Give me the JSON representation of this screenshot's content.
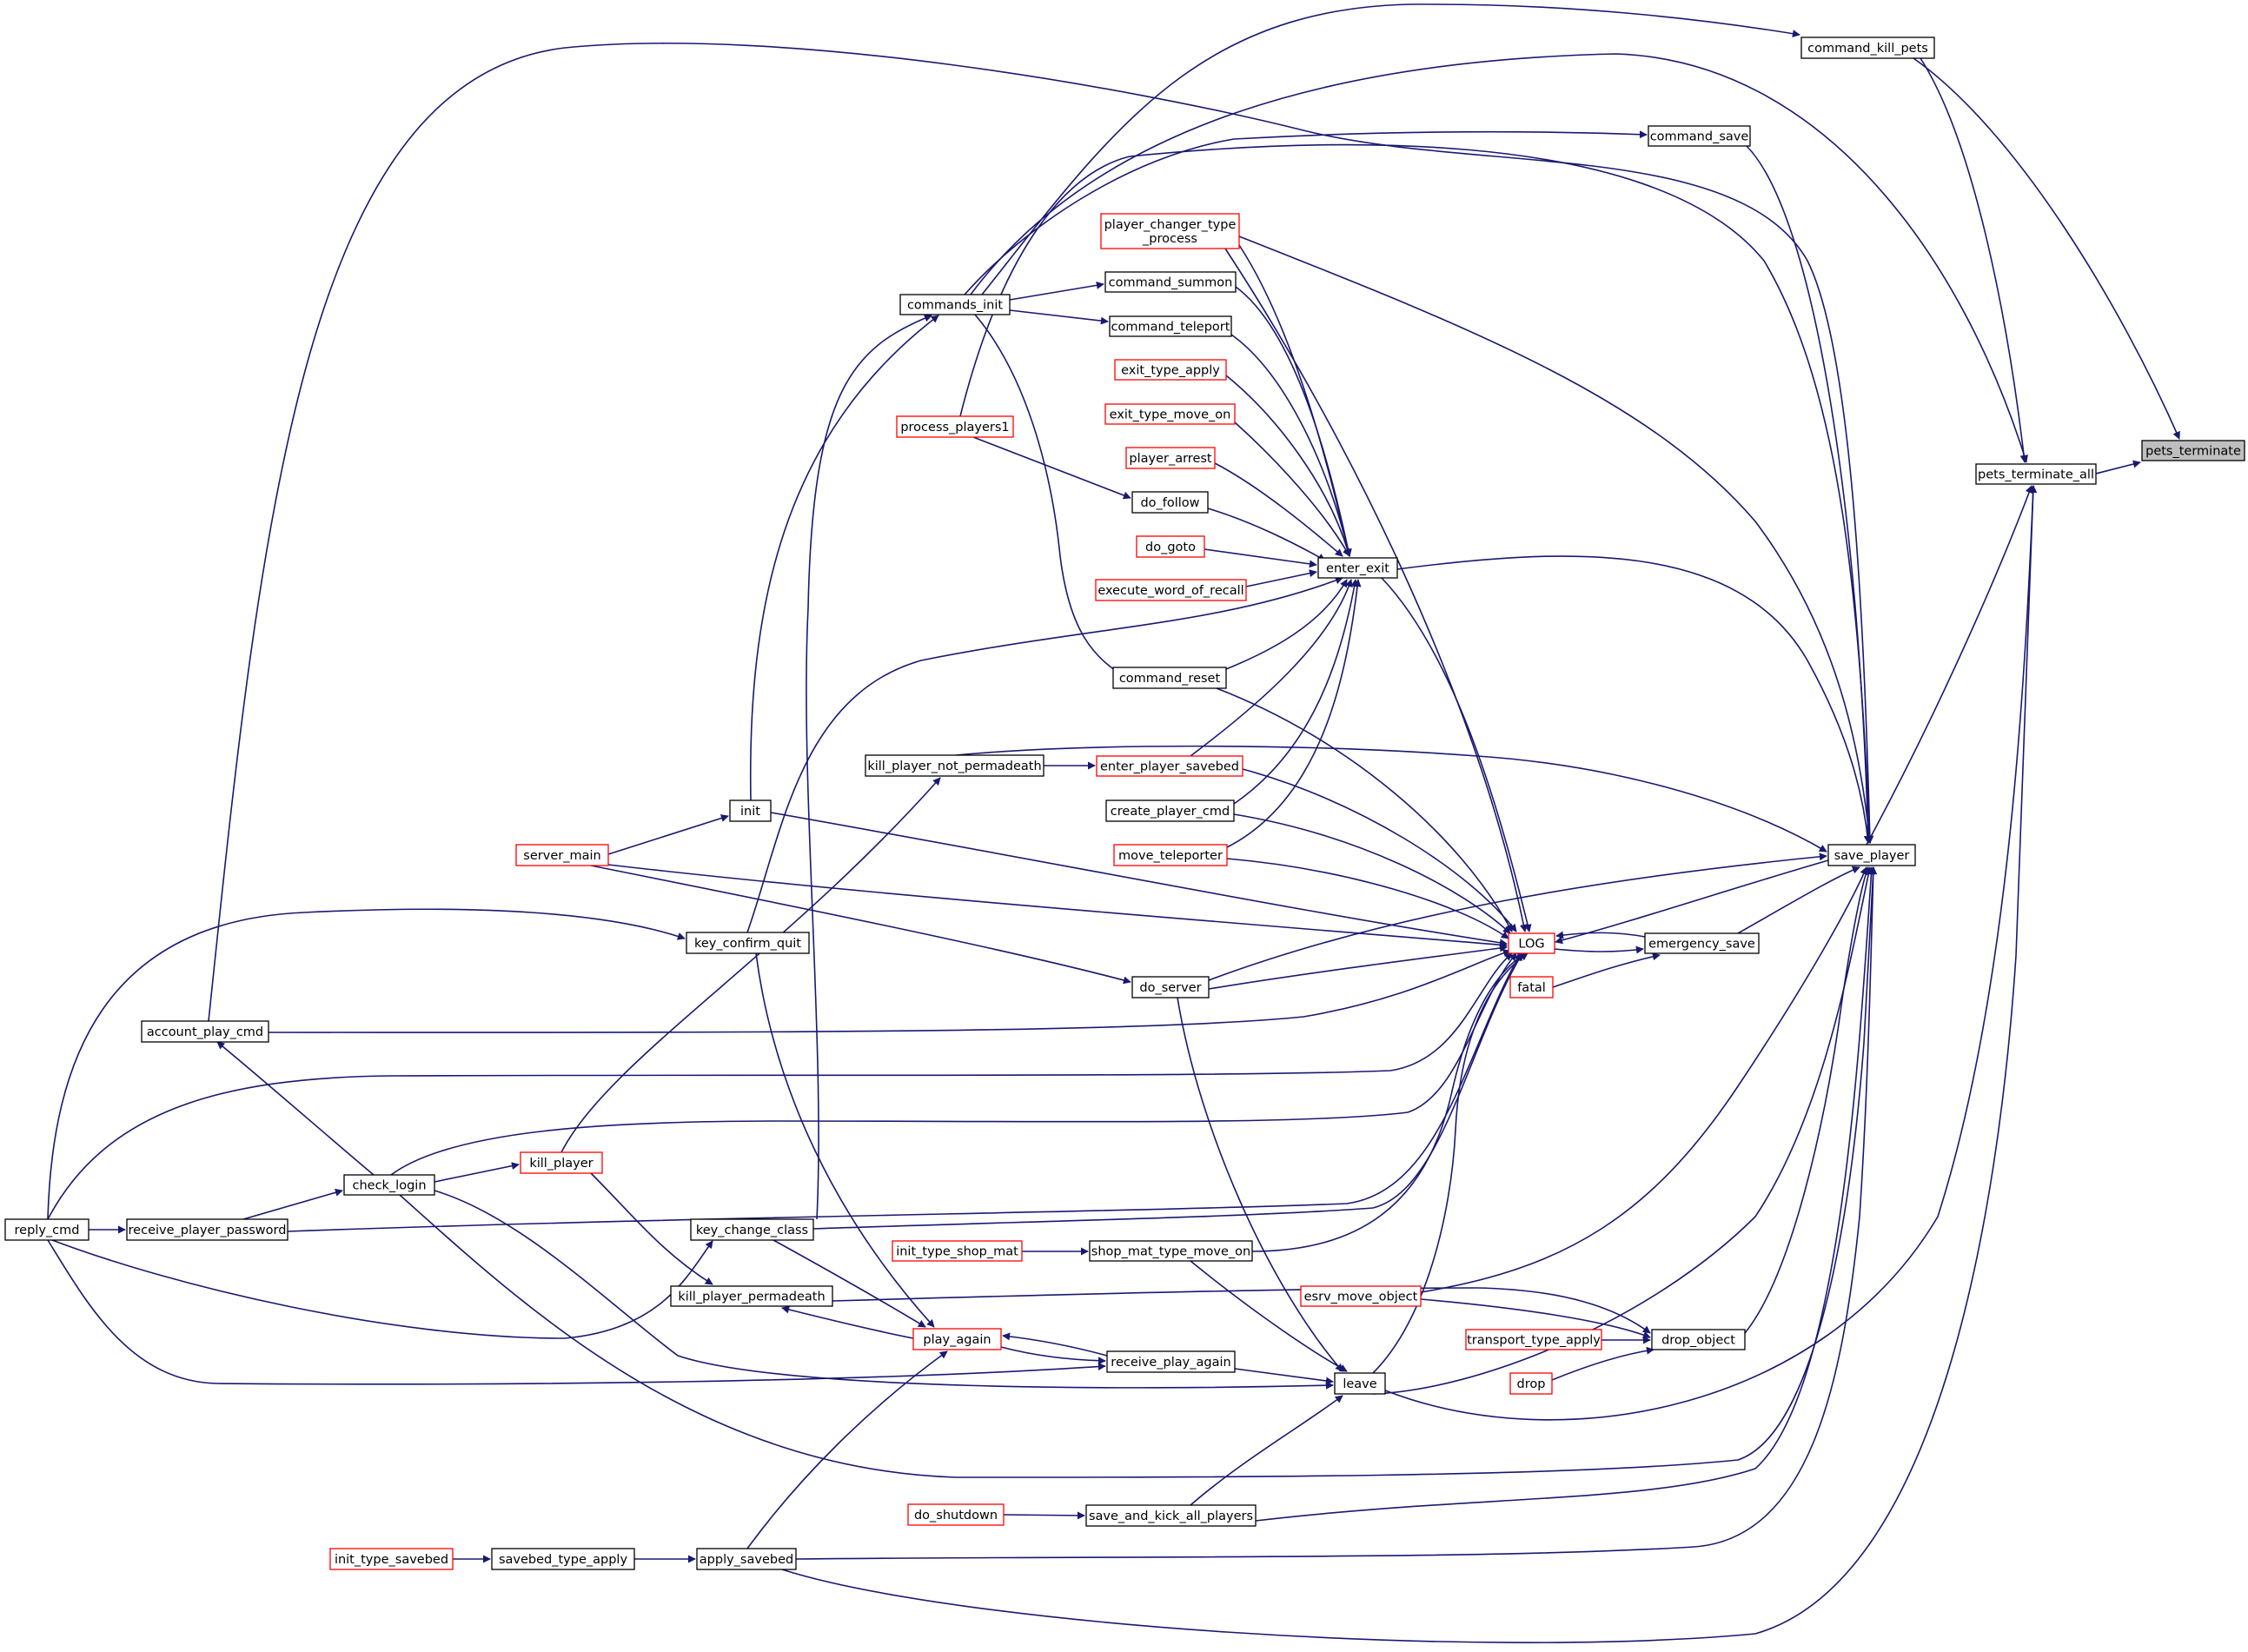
{
  "colors": {
    "edge": "#191970",
    "normal_border": "#000000",
    "truncated_border": "#ff0000",
    "root_fill": "#bfbfbf",
    "background": "#ffffff"
  },
  "nodes": [
    {
      "id": "pets_terminate",
      "label": "pets_terminate",
      "style": "root"
    },
    {
      "id": "pets_terminate_all",
      "label": "pets_terminate_all",
      "style": "normal"
    },
    {
      "id": "command_kill_pets",
      "label": "command_kill_pets",
      "style": "normal"
    },
    {
      "id": "command_save",
      "label": "command_save",
      "style": "normal"
    },
    {
      "id": "player_changer_type_process",
      "label": "player_changer_type\n_process",
      "style": "truncated"
    },
    {
      "id": "commands_init",
      "label": "commands_init",
      "style": "normal"
    },
    {
      "id": "command_summon",
      "label": "command_summon",
      "style": "normal"
    },
    {
      "id": "command_teleport",
      "label": "command_teleport",
      "style": "normal"
    },
    {
      "id": "exit_type_apply",
      "label": "exit_type_apply",
      "style": "truncated"
    },
    {
      "id": "exit_type_move_on",
      "label": "exit_type_move_on",
      "style": "truncated"
    },
    {
      "id": "process_players1",
      "label": "process_players1",
      "style": "truncated"
    },
    {
      "id": "player_arrest",
      "label": "player_arrest",
      "style": "truncated"
    },
    {
      "id": "do_follow",
      "label": "do_follow",
      "style": "normal"
    },
    {
      "id": "do_goto",
      "label": "do_goto",
      "style": "truncated"
    },
    {
      "id": "enter_exit",
      "label": "enter_exit",
      "style": "normal"
    },
    {
      "id": "execute_word_of_recall",
      "label": "execute_word_of_recall",
      "style": "truncated"
    },
    {
      "id": "command_reset",
      "label": "command_reset",
      "style": "normal"
    },
    {
      "id": "kill_player_not_permadeath",
      "label": "kill_player_not_permadeath",
      "style": "normal"
    },
    {
      "id": "enter_player_savebed",
      "label": "enter_player_savebed",
      "style": "truncated"
    },
    {
      "id": "init",
      "label": "init",
      "style": "normal"
    },
    {
      "id": "create_player_cmd",
      "label": "create_player_cmd",
      "style": "normal"
    },
    {
      "id": "server_main",
      "label": "server_main",
      "style": "truncated"
    },
    {
      "id": "move_teleporter",
      "label": "move_teleporter",
      "style": "truncated"
    },
    {
      "id": "save_player",
      "label": "save_player",
      "style": "normal"
    },
    {
      "id": "key_confirm_quit",
      "label": "key_confirm_quit",
      "style": "normal"
    },
    {
      "id": "LOG",
      "label": "LOG",
      "style": "truncated"
    },
    {
      "id": "emergency_save",
      "label": "emergency_save",
      "style": "normal"
    },
    {
      "id": "do_server",
      "label": "do_server",
      "style": "normal"
    },
    {
      "id": "fatal",
      "label": "fatal",
      "style": "truncated"
    },
    {
      "id": "account_play_cmd",
      "label": "account_play_cmd",
      "style": "normal"
    },
    {
      "id": "kill_player",
      "label": "kill_player",
      "style": "truncated"
    },
    {
      "id": "check_login",
      "label": "check_login",
      "style": "normal"
    },
    {
      "id": "reply_cmd",
      "label": "reply_cmd",
      "style": "normal"
    },
    {
      "id": "receive_player_password",
      "label": "receive_player_password",
      "style": "normal"
    },
    {
      "id": "key_change_class",
      "label": "key_change_class",
      "style": "normal"
    },
    {
      "id": "init_type_shop_mat",
      "label": "init_type_shop_mat",
      "style": "truncated"
    },
    {
      "id": "shop_mat_type_move_on",
      "label": "shop_mat_type_move_on",
      "style": "normal"
    },
    {
      "id": "kill_player_permadeath",
      "label": "kill_player_permadeath",
      "style": "normal"
    },
    {
      "id": "esrv_move_object",
      "label": "esrv_move_object",
      "style": "truncated"
    },
    {
      "id": "play_again",
      "label": "play_again",
      "style": "truncated"
    },
    {
      "id": "transport_type_apply",
      "label": "transport_type_apply",
      "style": "truncated"
    },
    {
      "id": "drop_object",
      "label": "drop_object",
      "style": "normal"
    },
    {
      "id": "receive_play_again",
      "label": "receive_play_again",
      "style": "normal"
    },
    {
      "id": "leave",
      "label": "leave",
      "style": "normal"
    },
    {
      "id": "drop",
      "label": "drop",
      "style": "truncated"
    },
    {
      "id": "do_shutdown",
      "label": "do_shutdown",
      "style": "truncated"
    },
    {
      "id": "save_and_kick_all_players",
      "label": "save_and_kick_all_players",
      "style": "normal"
    },
    {
      "id": "init_type_savebed",
      "label": "init_type_savebed",
      "style": "truncated"
    },
    {
      "id": "savebed_type_apply",
      "label": "savebed_type_apply",
      "style": "normal"
    },
    {
      "id": "apply_savebed",
      "label": "apply_savebed",
      "style": "normal"
    }
  ],
  "edges": [
    {
      "from": "pets_terminate_all",
      "to": "pets_terminate"
    },
    {
      "from": "command_kill_pets",
      "to": "pets_terminate"
    },
    {
      "from": "save_player",
      "to": "pets_terminate_all"
    },
    {
      "from": "command_kill_pets",
      "to": "pets_terminate_all"
    },
    {
      "from": "commands_init",
      "to": "pets_terminate_all"
    },
    {
      "from": "leave",
      "to": "pets_terminate_all"
    },
    {
      "from": "apply_savebed",
      "to": "pets_terminate_all"
    },
    {
      "from": "commands_init",
      "to": "command_kill_pets"
    },
    {
      "from": "commands_init",
      "to": "command_save"
    },
    {
      "from": "commands_init",
      "to": "command_summon"
    },
    {
      "from": "commands_init",
      "to": "command_teleport"
    },
    {
      "from": "init",
      "to": "commands_init"
    },
    {
      "from": "key_change_class",
      "to": "commands_init"
    },
    {
      "from": "server_main",
      "to": "init"
    },
    {
      "from": "process_players1",
      "to": "do_follow"
    },
    {
      "from": "commands_init",
      "to": "command_reset"
    },
    {
      "from": "player_changer_type_process",
      "to": "enter_exit"
    },
    {
      "from": "command_summon",
      "to": "enter_exit"
    },
    {
      "from": "command_teleport",
      "to": "enter_exit"
    },
    {
      "from": "exit_type_apply",
      "to": "enter_exit"
    },
    {
      "from": "exit_type_move_on",
      "to": "enter_exit"
    },
    {
      "from": "player_arrest",
      "to": "enter_exit"
    },
    {
      "from": "do_follow",
      "to": "enter_exit"
    },
    {
      "from": "do_goto",
      "to": "enter_exit"
    },
    {
      "from": "execute_word_of_recall",
      "to": "enter_exit"
    },
    {
      "from": "command_reset",
      "to": "enter_exit"
    },
    {
      "from": "enter_player_savebed",
      "to": "enter_exit"
    },
    {
      "from": "create_player_cmd",
      "to": "enter_exit"
    },
    {
      "from": "move_teleporter",
      "to": "enter_exit"
    },
    {
      "from": "key_confirm_quit",
      "to": "enter_exit"
    },
    {
      "from": "kill_player_not_permadeath",
      "to": "enter_player_savebed"
    },
    {
      "from": "kill_player",
      "to": "kill_player_not_permadeath"
    },
    {
      "from": "command_save",
      "to": "save_player"
    },
    {
      "from": "player_changer_type_process",
      "to": "save_player"
    },
    {
      "from": "process_players1",
      "to": "save_player"
    },
    {
      "from": "enter_exit",
      "to": "save_player"
    },
    {
      "from": "kill_player_not_permadeath",
      "to": "save_player"
    },
    {
      "from": "do_server",
      "to": "save_player"
    },
    {
      "from": "emergency_save",
      "to": "save_player"
    },
    {
      "from": "account_play_cmd",
      "to": "save_player"
    },
    {
      "from": "esrv_move_object",
      "to": "save_player"
    },
    {
      "from": "drop_object",
      "to": "save_player"
    },
    {
      "from": "leave",
      "to": "save_player"
    },
    {
      "from": "save_and_kick_all_players",
      "to": "save_player"
    },
    {
      "from": "apply_savebed",
      "to": "save_player"
    },
    {
      "from": "check_login",
      "to": "save_player"
    },
    {
      "from": "save_player",
      "to": "LOG"
    },
    {
      "from": "emergency_save",
      "to": "LOG"
    },
    {
      "from": "player_changer_type_process",
      "to": "LOG"
    },
    {
      "from": "enter_exit",
      "to": "LOG"
    },
    {
      "from": "command_reset",
      "to": "LOG"
    },
    {
      "from": "enter_player_savebed",
      "to": "LOG"
    },
    {
      "from": "create_player_cmd",
      "to": "LOG"
    },
    {
      "from": "move_teleporter",
      "to": "LOG"
    },
    {
      "from": "init",
      "to": "LOG"
    },
    {
      "from": "server_main",
      "to": "LOG"
    },
    {
      "from": "do_server",
      "to": "LOG"
    },
    {
      "from": "account_play_cmd",
      "to": "LOG"
    },
    {
      "from": "reply_cmd",
      "to": "LOG"
    },
    {
      "from": "check_login",
      "to": "LOG"
    },
    {
      "from": "receive_player_password",
      "to": "LOG"
    },
    {
      "from": "key_change_class",
      "to": "LOG"
    },
    {
      "from": "shop_mat_type_move_on",
      "to": "LOG"
    },
    {
      "from": "leave",
      "to": "LOG"
    },
    {
      "from": "LOG",
      "to": "emergency_save"
    },
    {
      "from": "fatal",
      "to": "emergency_save"
    },
    {
      "from": "server_main",
      "to": "do_server"
    },
    {
      "from": "reply_cmd",
      "to": "key_confirm_quit"
    },
    {
      "from": "reply_cmd",
      "to": "key_change_class"
    },
    {
      "from": "check_login",
      "to": "account_play_cmd"
    },
    {
      "from": "check_login",
      "to": "kill_player"
    },
    {
      "from": "receive_player_password",
      "to": "check_login"
    },
    {
      "from": "reply_cmd",
      "to": "receive_player_password"
    },
    {
      "from": "kill_player",
      "to": "kill_player_permadeath"
    },
    {
      "from": "init_type_shop_mat",
      "to": "shop_mat_type_move_on"
    },
    {
      "from": "kill_player_permadeath",
      "to": "drop_object"
    },
    {
      "from": "esrv_move_object",
      "to": "drop_object"
    },
    {
      "from": "transport_type_apply",
      "to": "drop_object"
    },
    {
      "from": "drop",
      "to": "drop_object"
    },
    {
      "from": "play_again",
      "to": "kill_player_permadeath"
    },
    {
      "from": "key_confirm_quit",
      "to": "play_again"
    },
    {
      "from": "key_change_class",
      "to": "play_again"
    },
    {
      "from": "receive_play_again",
      "to": "play_again"
    },
    {
      "from": "apply_savebed",
      "to": "play_again"
    },
    {
      "from": "play_again",
      "to": "receive_play_again"
    },
    {
      "from": "reply_cmd",
      "to": "receive_play_again"
    },
    {
      "from": "receive_play_again",
      "to": "leave"
    },
    {
      "from": "do_server",
      "to": "leave"
    },
    {
      "from": "shop_mat_type_move_on",
      "to": "leave"
    },
    {
      "from": "save_and_kick_all_players",
      "to": "leave"
    },
    {
      "from": "check_login",
      "to": "leave"
    },
    {
      "from": "do_shutdown",
      "to": "save_and_kick_all_players"
    },
    {
      "from": "init_type_savebed",
      "to": "savebed_type_apply"
    },
    {
      "from": "savebed_type_apply",
      "to": "apply_savebed"
    }
  ]
}
